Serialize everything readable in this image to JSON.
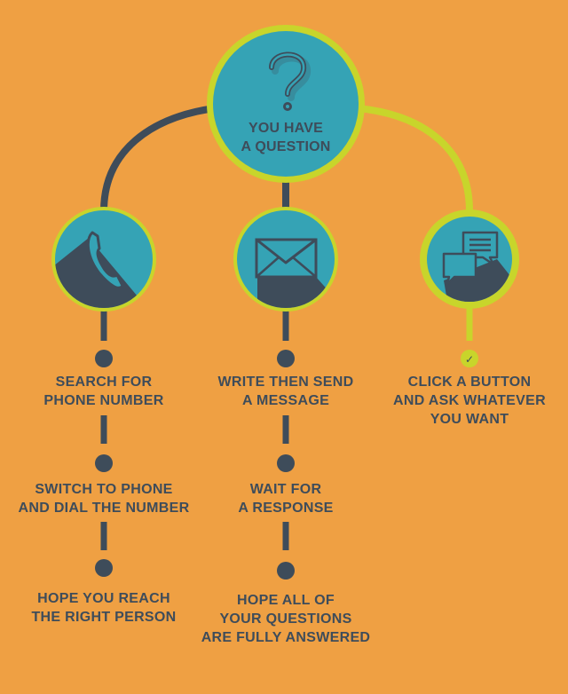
{
  "root": {
    "line1": "YOU HAVE",
    "line2": "A QUESTION",
    "icon": "question-mark-icon"
  },
  "branches": [
    {
      "icon": "phone-icon",
      "steps": [
        {
          "line1": "SEARCH FOR",
          "line2": "PHONE NUMBER"
        },
        {
          "line1": "SWITCH TO PHONE",
          "line2": "AND DIAL THE NUMBER"
        },
        {
          "line1": "HOPE YOU REACH",
          "line2": "THE RIGHT PERSON"
        }
      ]
    },
    {
      "icon": "envelope-icon",
      "steps": [
        {
          "line1": "WRITE THEN SEND",
          "line2": "A MESSAGE"
        },
        {
          "line1": "WAIT FOR",
          "line2": "A RESPONSE"
        },
        {
          "line1": "HOPE ALL OF",
          "line2": "YOUR QUESTIONS",
          "line3": "ARE FULLY ANSWERED"
        }
      ]
    },
    {
      "icon": "chat-bubbles-icon",
      "highlighted": true,
      "steps": [
        {
          "line1": "CLICK A BUTTON",
          "line2": "AND ASK WHATEVER",
          "line3": "YOU WANT",
          "marker": "✓"
        }
      ]
    }
  ],
  "colors": {
    "background": "#efa043",
    "circle": "#35a3b5",
    "shadow": "#3e4c5a",
    "highlight": "#c8d52b",
    "line": "#3e4c5a",
    "text": "#3e4c5a"
  }
}
